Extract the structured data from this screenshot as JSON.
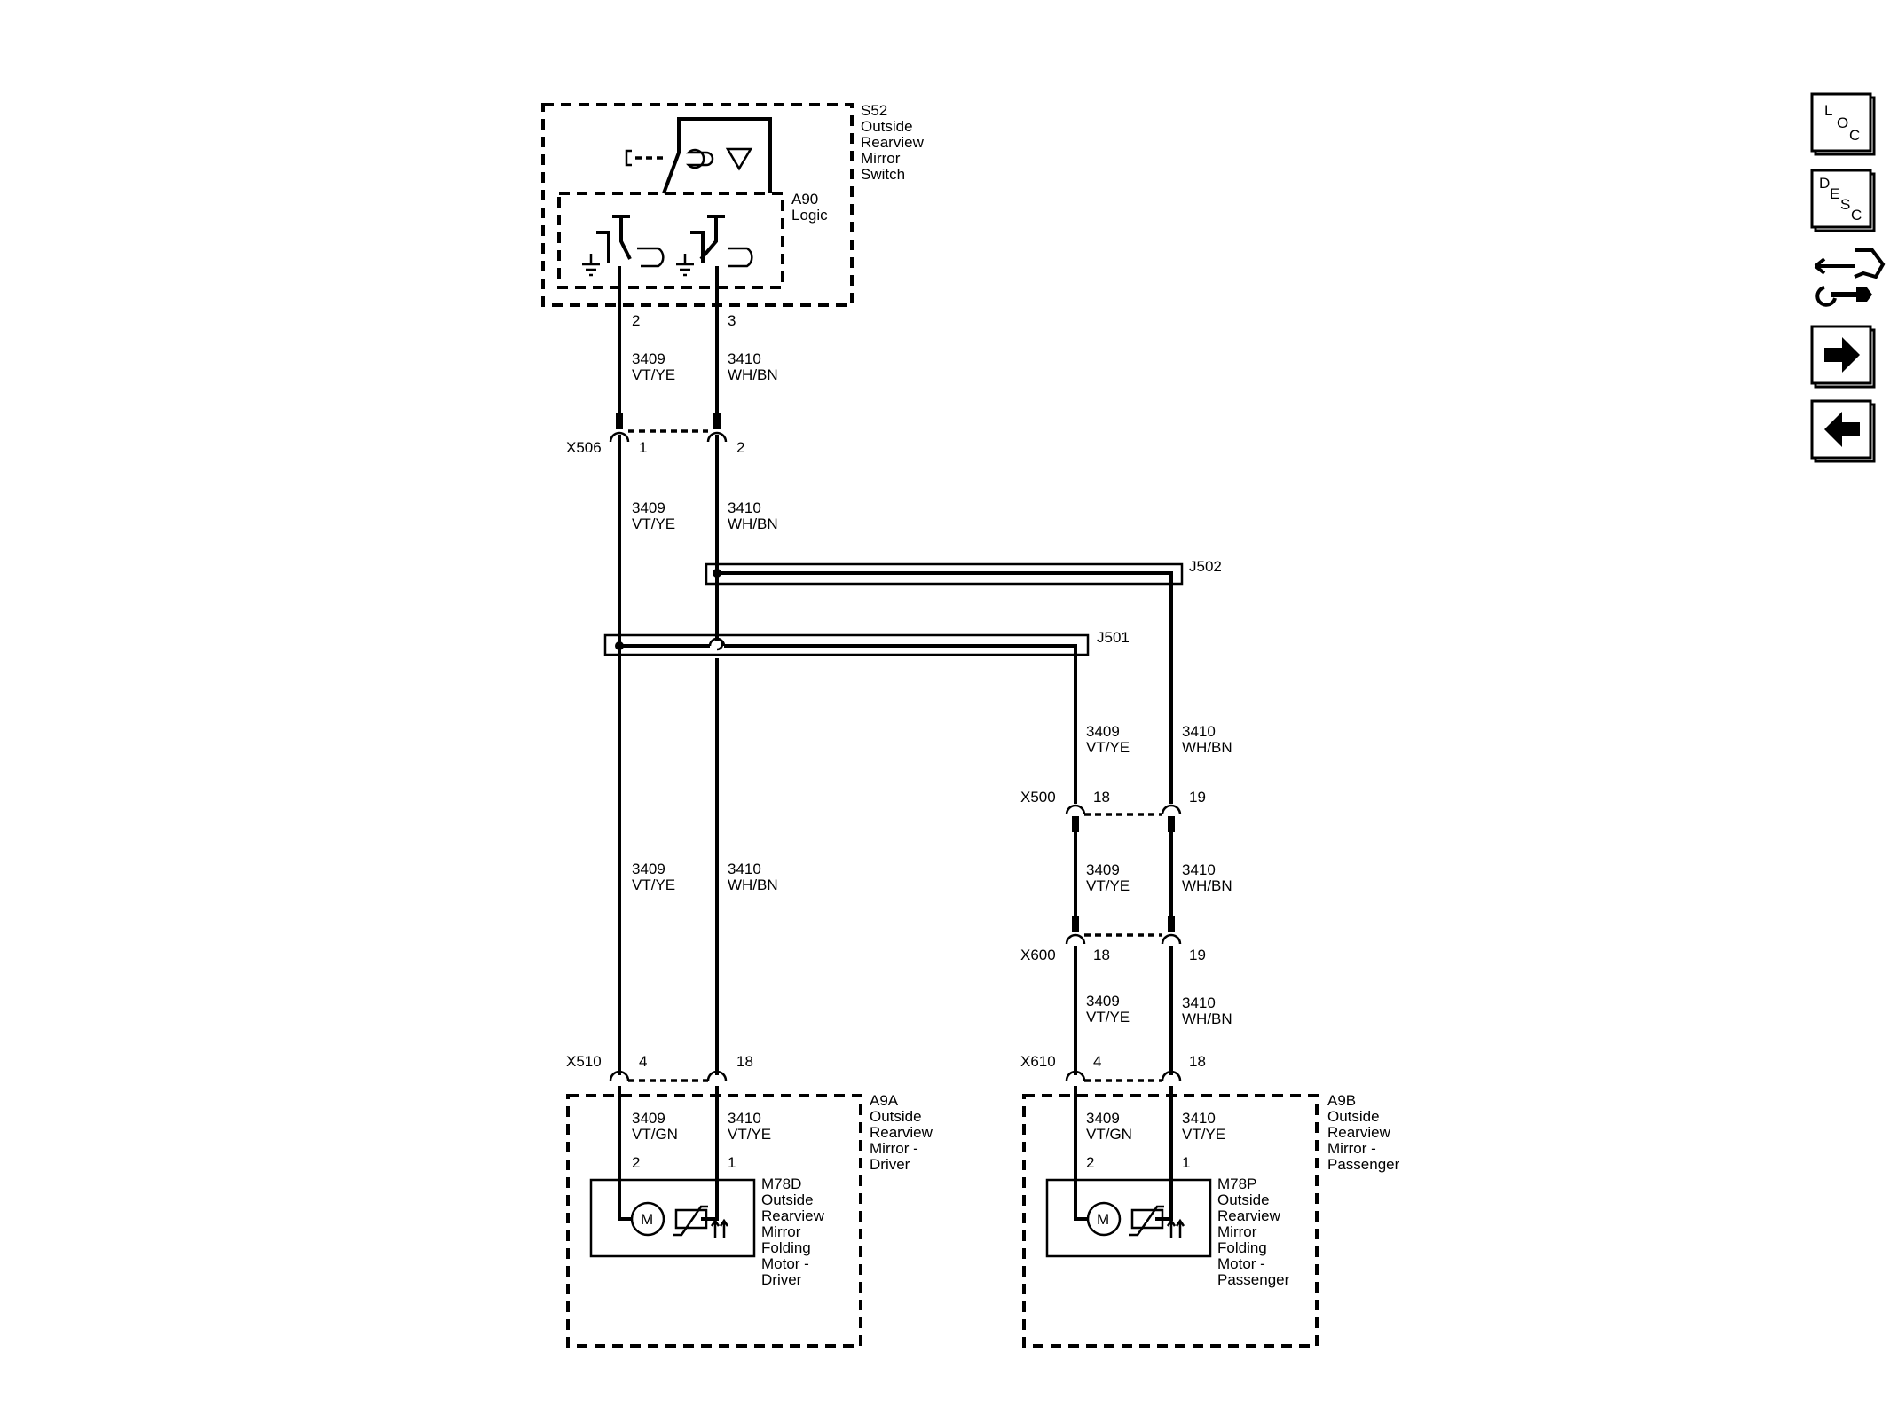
{
  "components": {
    "s52": {
      "id": "S52",
      "lines": [
        "Outside",
        "Rearview",
        "Mirror",
        "Switch"
      ]
    },
    "a90": {
      "id": "A90",
      "lines": [
        "Logic"
      ]
    },
    "a9a": {
      "id": "A9A",
      "lines": [
        "Outside",
        "Rearview",
        "Mirror -",
        "Driver"
      ]
    },
    "a9b": {
      "id": "A9B",
      "lines": [
        "Outside",
        "Rearview",
        "Mirror -",
        "Passenger"
      ]
    },
    "m78d": {
      "id": "M78D",
      "lines": [
        "Outside",
        "Rearview",
        "Mirror",
        "Folding",
        "Motor -",
        "Driver"
      ]
    },
    "m78p": {
      "id": "M78P",
      "lines": [
        "Outside",
        "Rearview",
        "Mirror",
        "Folding",
        "Motor -",
        "Passenger"
      ]
    },
    "motor_symbol": "M"
  },
  "connectors": {
    "x506": {
      "name": "X506",
      "pins": [
        "1",
        "2"
      ]
    },
    "x500": {
      "name": "X500",
      "pins": [
        "18",
        "19"
      ]
    },
    "x600": {
      "name": "X600",
      "pins": [
        "18",
        "19"
      ]
    },
    "x510": {
      "name": "X510",
      "pins": [
        "4",
        "18"
      ]
    },
    "x610": {
      "name": "X610",
      "pins": [
        "4",
        "18"
      ]
    }
  },
  "splices": {
    "j501": "J501",
    "j502": "J502"
  },
  "pins": {
    "s52_left": "2",
    "s52_right": "3",
    "m78d_left": "2",
    "m78d_right": "1",
    "m78p_left": "2",
    "m78p_right": "1"
  },
  "circuits": {
    "c3409": "3409",
    "c3410": "3410",
    "vt_ye": "VT/YE",
    "wh_bn": "WH/BN",
    "vt_gn": "VT/GN"
  },
  "nav": {
    "loc": {
      "letters": [
        "L",
        "O",
        "C"
      ],
      "icon": "loc-icon"
    },
    "desc": {
      "letters": [
        "D",
        "E",
        "S",
        "C"
      ],
      "icon": "desc-icon"
    },
    "connector_icon": "connector-wrench-icon",
    "next_icon": "arrow-right-icon",
    "prev_icon": "arrow-left-icon"
  }
}
